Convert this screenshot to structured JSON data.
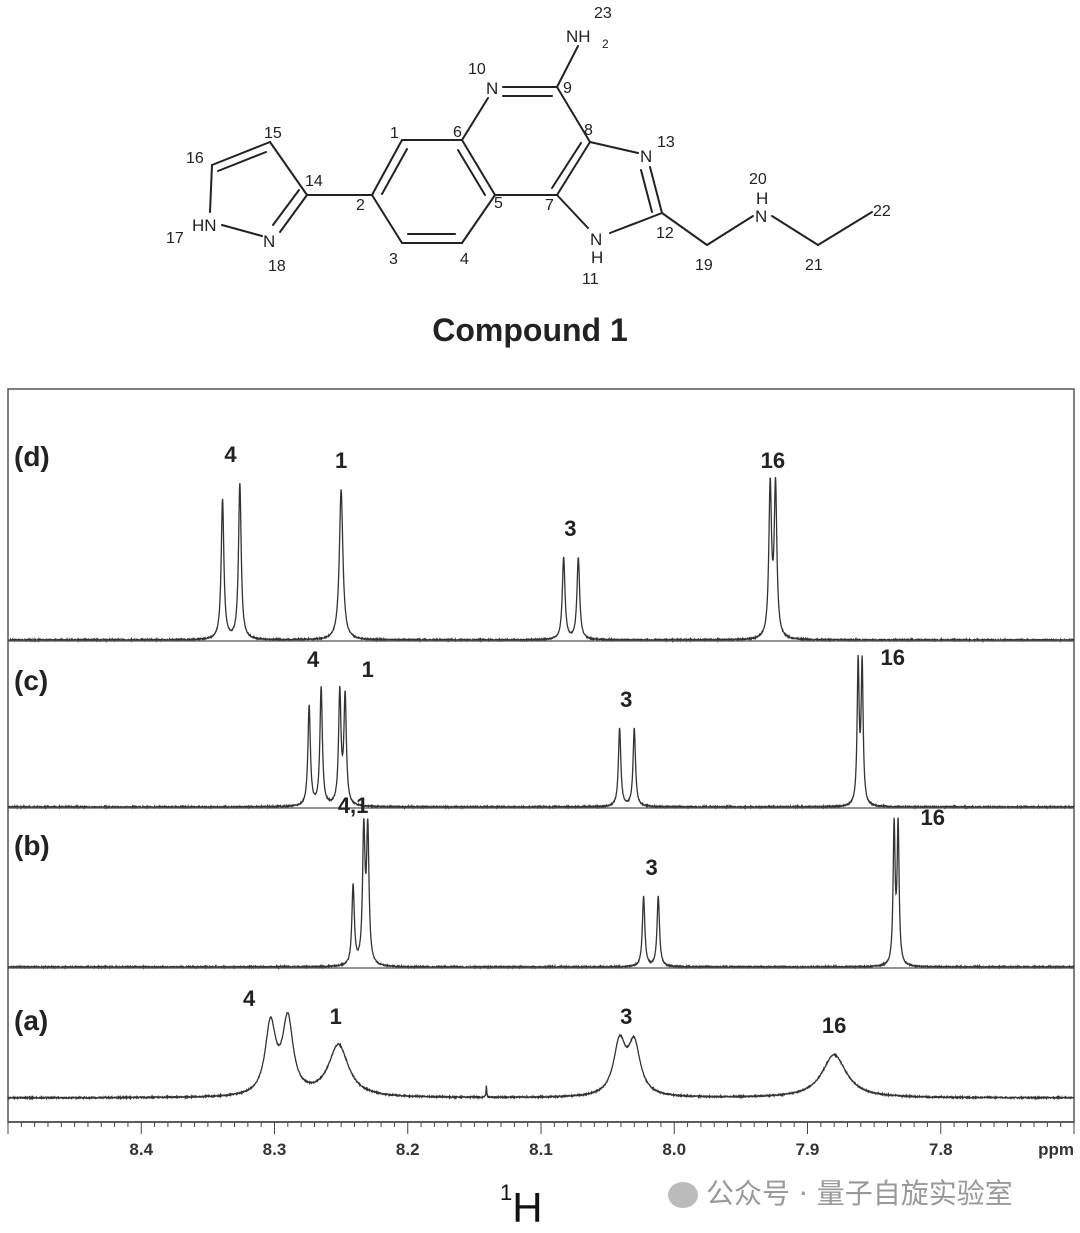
{
  "structure": {
    "title": "Compound 1",
    "atoms": {
      "N10": "N",
      "N13": "N",
      "N17": "HN",
      "N18": "N",
      "N11": "N",
      "H11": "H",
      "N20": "N",
      "H20": "H",
      "NH2": "NH",
      "NH2_sub": "2"
    },
    "numbers": [
      "1",
      "2",
      "3",
      "4",
      "5",
      "6",
      "7",
      "8",
      "9",
      "10",
      "11",
      "12",
      "13",
      "14",
      "15",
      "16",
      "17",
      "18",
      "19",
      "20",
      "21",
      "22",
      "23"
    ]
  },
  "chart_data": {
    "type": "line",
    "title": "",
    "xlabel": "1H",
    "xlabel_sup": "1",
    "xlabel_main": "H",
    "x_unit": "ppm",
    "xlim": [
      8.5,
      7.7
    ],
    "x_ticks": [
      "8.4",
      "8.3",
      "8.2",
      "8.1",
      "8.0",
      "7.9",
      "7.8"
    ],
    "x_tick_values": [
      8.4,
      8.3,
      8.2,
      8.1,
      8.0,
      7.9,
      7.8
    ],
    "grid": false,
    "series": [
      {
        "name": "(d)",
        "peaks": [
          {
            "ppm": 8.339,
            "h": 140,
            "w": 0.0012
          },
          {
            "ppm": 8.326,
            "h": 156,
            "w": 0.0012
          },
          {
            "ppm": 8.25,
            "h": 150,
            "w": 0.0016
          },
          {
            "ppm": 8.083,
            "h": 82,
            "w": 0.0012
          },
          {
            "ppm": 8.072,
            "h": 82,
            "w": 0.0012
          },
          {
            "ppm": 7.928,
            "h": 150,
            "w": 0.0012
          },
          {
            "ppm": 7.924,
            "h": 150,
            "w": 0.0012
          }
        ],
        "labels": [
          {
            "text": "4",
            "ppm": 8.333
          },
          {
            "text": "1",
            "ppm": 8.25
          },
          {
            "text": "3",
            "ppm": 8.078
          },
          {
            "text": "16",
            "ppm": 7.926
          }
        ]
      },
      {
        "name": "(c)",
        "peaks": [
          {
            "ppm": 8.274,
            "h": 100,
            "w": 0.0011
          },
          {
            "ppm": 8.265,
            "h": 118,
            "w": 0.0011
          },
          {
            "ppm": 8.251,
            "h": 112,
            "w": 0.0011
          },
          {
            "ppm": 8.247,
            "h": 108,
            "w": 0.0011
          },
          {
            "ppm": 8.041,
            "h": 78,
            "w": 0.0011
          },
          {
            "ppm": 8.03,
            "h": 78,
            "w": 0.0011
          },
          {
            "ppm": 7.862,
            "h": 140,
            "w": 0.0009
          },
          {
            "ppm": 7.859,
            "h": 140,
            "w": 0.0009
          }
        ],
        "labels": [
          {
            "text": "4",
            "ppm": 8.271
          },
          {
            "text": "1",
            "ppm": 8.23
          },
          {
            "text": "3",
            "ppm": 8.036
          },
          {
            "text": "16",
            "ppm": 7.836
          }
        ]
      },
      {
        "name": "(b)",
        "peaks": [
          {
            "ppm": 8.241,
            "h": 80,
            "w": 0.0011
          },
          {
            "ppm": 8.233,
            "h": 132,
            "w": 0.0011
          },
          {
            "ppm": 8.23,
            "h": 132,
            "w": 0.0011
          },
          {
            "ppm": 8.023,
            "h": 70,
            "w": 0.0011
          },
          {
            "ppm": 8.012,
            "h": 70,
            "w": 0.0011
          },
          {
            "ppm": 7.835,
            "h": 138,
            "w": 0.0009
          },
          {
            "ppm": 7.832,
            "h": 138,
            "w": 0.0009
          }
        ],
        "labels": [
          {
            "text": "4,1",
            "ppm": 8.241
          },
          {
            "text": "3",
            "ppm": 8.017
          },
          {
            "text": "16",
            "ppm": 7.806
          }
        ]
      },
      {
        "name": "(a)",
        "peaks": [
          {
            "ppm": 8.303,
            "h": 70,
            "w": 0.0048
          },
          {
            "ppm": 8.29,
            "h": 74,
            "w": 0.0048
          },
          {
            "ppm": 8.252,
            "h": 52,
            "w": 0.009
          },
          {
            "ppm": 8.041,
            "h": 52,
            "w": 0.0055
          },
          {
            "ppm": 8.03,
            "h": 50,
            "w": 0.0055
          },
          {
            "ppm": 7.88,
            "h": 43,
            "w": 0.011
          },
          {
            "ppm": 8.141,
            "h": 12,
            "w": 0.0003
          }
        ],
        "labels": [
          {
            "text": "4",
            "ppm": 8.319
          },
          {
            "text": "1",
            "ppm": 8.254
          },
          {
            "text": "3",
            "ppm": 8.036
          },
          {
            "text": "16",
            "ppm": 7.88
          }
        ]
      }
    ]
  },
  "watermark": "公众号 · 量子自旋实验室"
}
